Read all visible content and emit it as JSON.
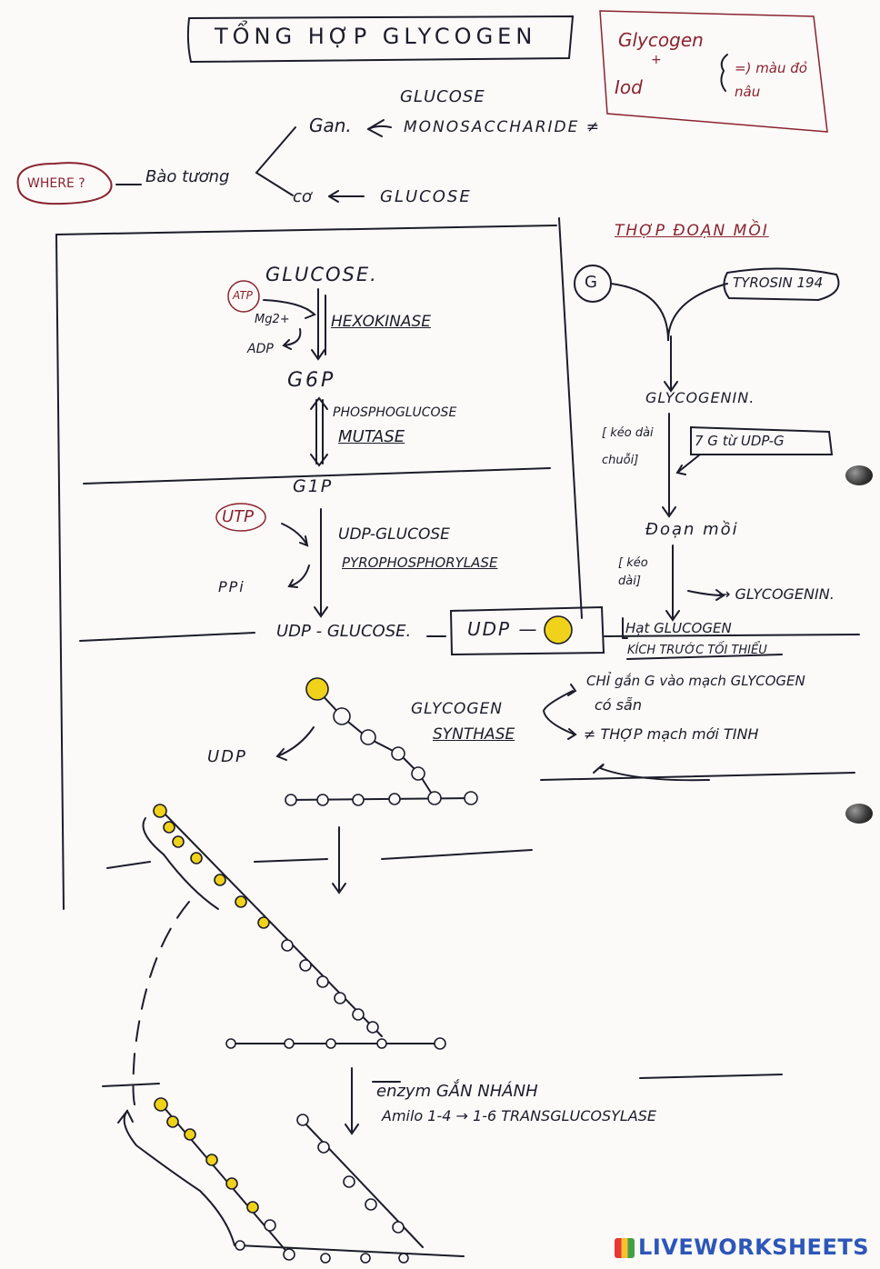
{
  "title": "TỔNG HỢP GLYCOGEN",
  "note_box": {
    "line1": "Glycogen",
    "plus": "+",
    "line2": "Iod",
    "result": "=) màu đỏ nâu"
  },
  "where": {
    "bubble": "WHERE ?",
    "location": "Bào tương",
    "liver": "Gan.",
    "liver_source1": "GLUCOSE",
    "liver_source2": "MONOSACCHARIDE ≠",
    "muscle": "cơ",
    "muscle_source": "GLUCOSE"
  },
  "pathway": {
    "glucose": "GLUCOSE.",
    "atp": "ATP",
    "mg": "Mg2+",
    "adp": "ADP",
    "hexokinase": "HEXOKINASE",
    "g6p": "G6P",
    "phosphoglucose": "PHOSPHOGLUCOSE",
    "mutase": "MUTASE",
    "g1p": "G1P",
    "utp": "UTP",
    "ppi": "PPi",
    "udp_glucose_enzyme": "UDP-GLUCOSE",
    "pyrophosphorylase": "PYROPHOSPHORYLASE",
    "udp_glucose": "UDP - GLUCOSE.",
    "udp_box": "UDP —"
  },
  "primer": {
    "heading": "THỢP ĐOẠN MỒI",
    "g": "G",
    "tyrosin": "TYROSIN 194",
    "glycogenin": "GLYCOGENIN.",
    "keo_dai_chuoi": "[ kéo dài chuỗi]",
    "plus_g": "7 G từ UDP-G",
    "doan_moi": "Đoạn mồi",
    "keo_dai": "[ kéo dài]",
    "to_glycogenin": "→ GLYCOGENIN.",
    "hat_glycogen": "Hạt GLUCOGEN",
    "kich_truoc": "KÍCH TRƯỚC TỐI THIỂU"
  },
  "synthase": {
    "udp": "UDP",
    "label1": "GLYCOGEN",
    "label2": "SYNTHASE",
    "note1": "CHỈ gắn G vào mạch GLYCOGEN",
    "note1b": "có sẵn",
    "note2": "≠ THỢP mạch mới TINH"
  },
  "branching": {
    "enzyme_line1": "enzym GẮN NHÁNH",
    "enzyme_line2": "Amilo 1-4 → 1-6 TRANSGLUCOSYLASE"
  },
  "colors": {
    "ink": "#1c1c2a",
    "red_ink": "#8a2330",
    "yellow": "#f0d21a"
  },
  "branding": "LIVEWORKSHEETS"
}
